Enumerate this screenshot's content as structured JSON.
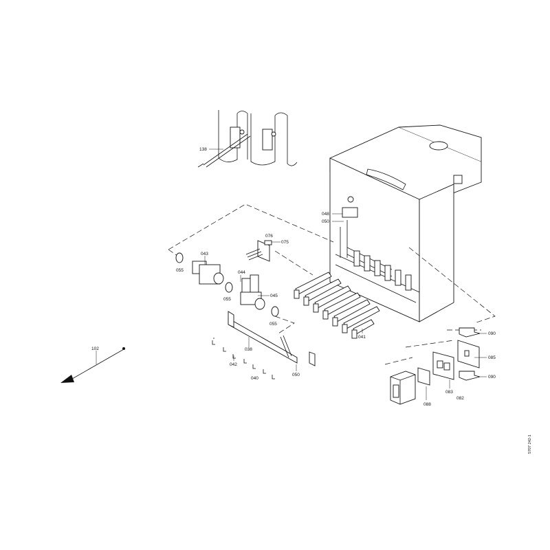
{
  "diagram": {
    "type": "exploded-parts-diagram",
    "labels": {
      "l138": "138",
      "l048": "048",
      "l050a": "050",
      "l076": "076",
      "l075": "075",
      "l043": "043",
      "l055a": "055",
      "l044": "044",
      "l045": "045",
      "l055b": "055",
      "l055c": "055",
      "l041": "041",
      "l038": "038",
      "l042": "042",
      "l040": "040",
      "l050b": "050",
      "l102": "102",
      "l090a": "090",
      "l085": "085",
      "l090b": "090",
      "l083": "083",
      "l082": "082",
      "l088": "088"
    },
    "drawing_number": "5707 242-1"
  }
}
